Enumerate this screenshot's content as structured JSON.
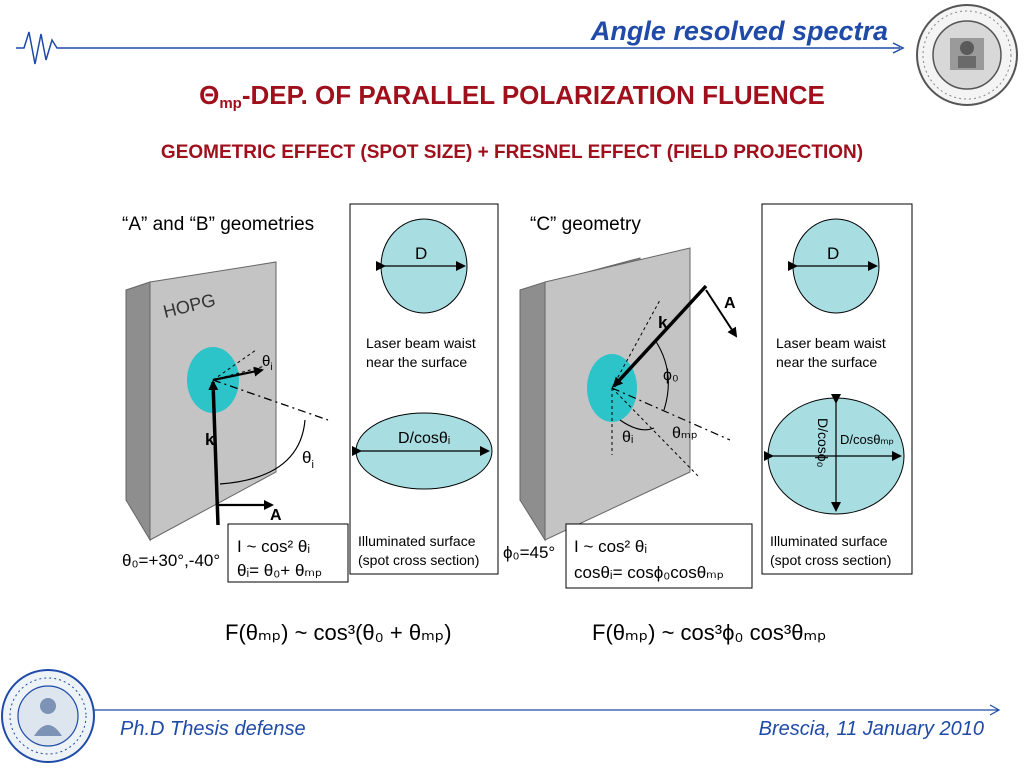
{
  "header": {
    "title": "Angle resolved spectra"
  },
  "main_title": {
    "symbol": "Θ",
    "subscript": "mp",
    "text": "-DEP. OF PARALLEL POLARIZATION FLUENCE"
  },
  "subtitle": "GEOMETRIC EFFECT (SPOT SIZE) + FRESNEL EFFECT (FIELD PROJECTION)",
  "left_panel": {
    "heading": "“A” and “B” geometries",
    "sample_label": "HOPG",
    "theta_i": "θ",
    "sub_i": "i",
    "k_label": "k",
    "a_label": "A",
    "angles": "θ₀=+30°,-40°",
    "box_line1": "I ~ cos² θᵢ",
    "box_line2": "θᵢ= θ₀+ θₘₚ",
    "beam_d": "D",
    "beam_waist": [
      "Laser beam waist",
      "near the surface"
    ],
    "ellipse_label": "D/cosθᵢ",
    "illum": [
      "Illuminated surface",
      "(spot cross section)"
    ],
    "formula": "F(θₘₚ) ~ cos³(θ₀ + θₘₚ)"
  },
  "right_panel": {
    "heading": "“C” geometry",
    "k_label": "k",
    "a_label": "A",
    "phi_0": "ϕ₀",
    "theta_i": "θᵢ",
    "theta_mp": "θₘₚ",
    "angle": "ϕ₀=45°",
    "box_line1": "I ~ cos² θᵢ",
    "box_line2": "cosθᵢ= cosϕ₀cosθₘₚ",
    "beam_d": "D",
    "beam_waist": [
      "Laser beam waist",
      "near the surface"
    ],
    "ellipse_h": "D/cosθₘₚ",
    "ellipse_v": "D/cosϕ₀",
    "illum": [
      "Illuminated surface",
      "(spot cross section)"
    ],
    "formula": "F(θₘₚ) ~ cos³ϕ₀ cos³θₘₚ"
  },
  "footer": {
    "left": "Ph.D Thesis defense",
    "right": "Brescia, 11 January 2010"
  },
  "colors": {
    "blue": "#1f4aa8",
    "red": "#a0101c",
    "spot": "#2cc3c9",
    "beam": "#a8dde2"
  }
}
